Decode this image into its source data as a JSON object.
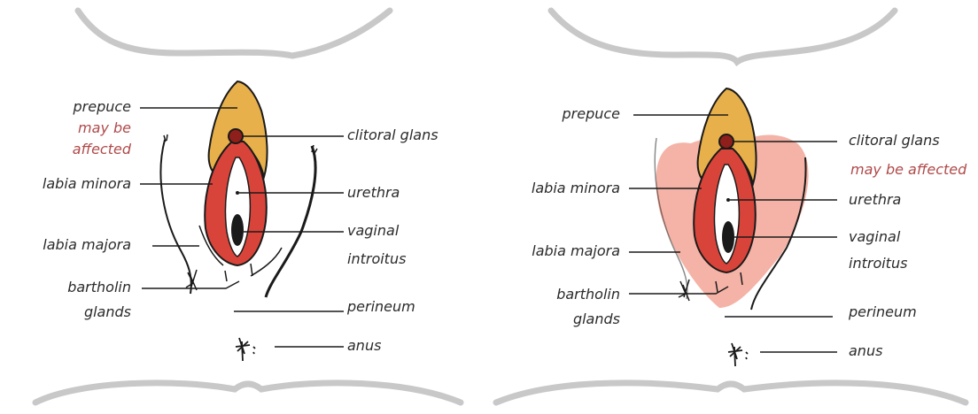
{
  "panels": [
    {
      "labels": {
        "prepuce": "prepuce",
        "may_be_affected_line1": "may be",
        "may_be_affected_line2": "affected",
        "labia_minora": "labia minora",
        "labia_majora": "labia majora",
        "bartholin_line1": "bartholin",
        "bartholin_line2": "glands",
        "clitoral_glans": "clitoral glans",
        "urethra": "urethra",
        "vaginal_line1": "vaginal",
        "vaginal_line2": "introitus",
        "perineum": "perineum",
        "anus": "anus"
      }
    },
    {
      "labels": {
        "prepuce": "prepuce",
        "labia_minora": "labia minora",
        "labia_majora": "labia majora",
        "bartholin_line1": "bartholin",
        "bartholin_line2": "glands",
        "clitoral_glans": "clitoral glans",
        "may_be_affected": "may be affected",
        "urethra": "urethra",
        "vaginal_line1": "vaginal",
        "vaginal_line2": "introitus",
        "perineum": "perineum",
        "anus": "anus"
      }
    }
  ],
  "colors": {
    "outline": "#1a1a1a",
    "thigh_curve": "#c8c8c8",
    "prepuce_fill": "#e8b04a",
    "labia_minora_fill": "#d9443a",
    "labia_minora_dark": "#8e1f1a",
    "labia_majora_affected": "#f4b3a6",
    "warning_text": "#b04a4a"
  }
}
